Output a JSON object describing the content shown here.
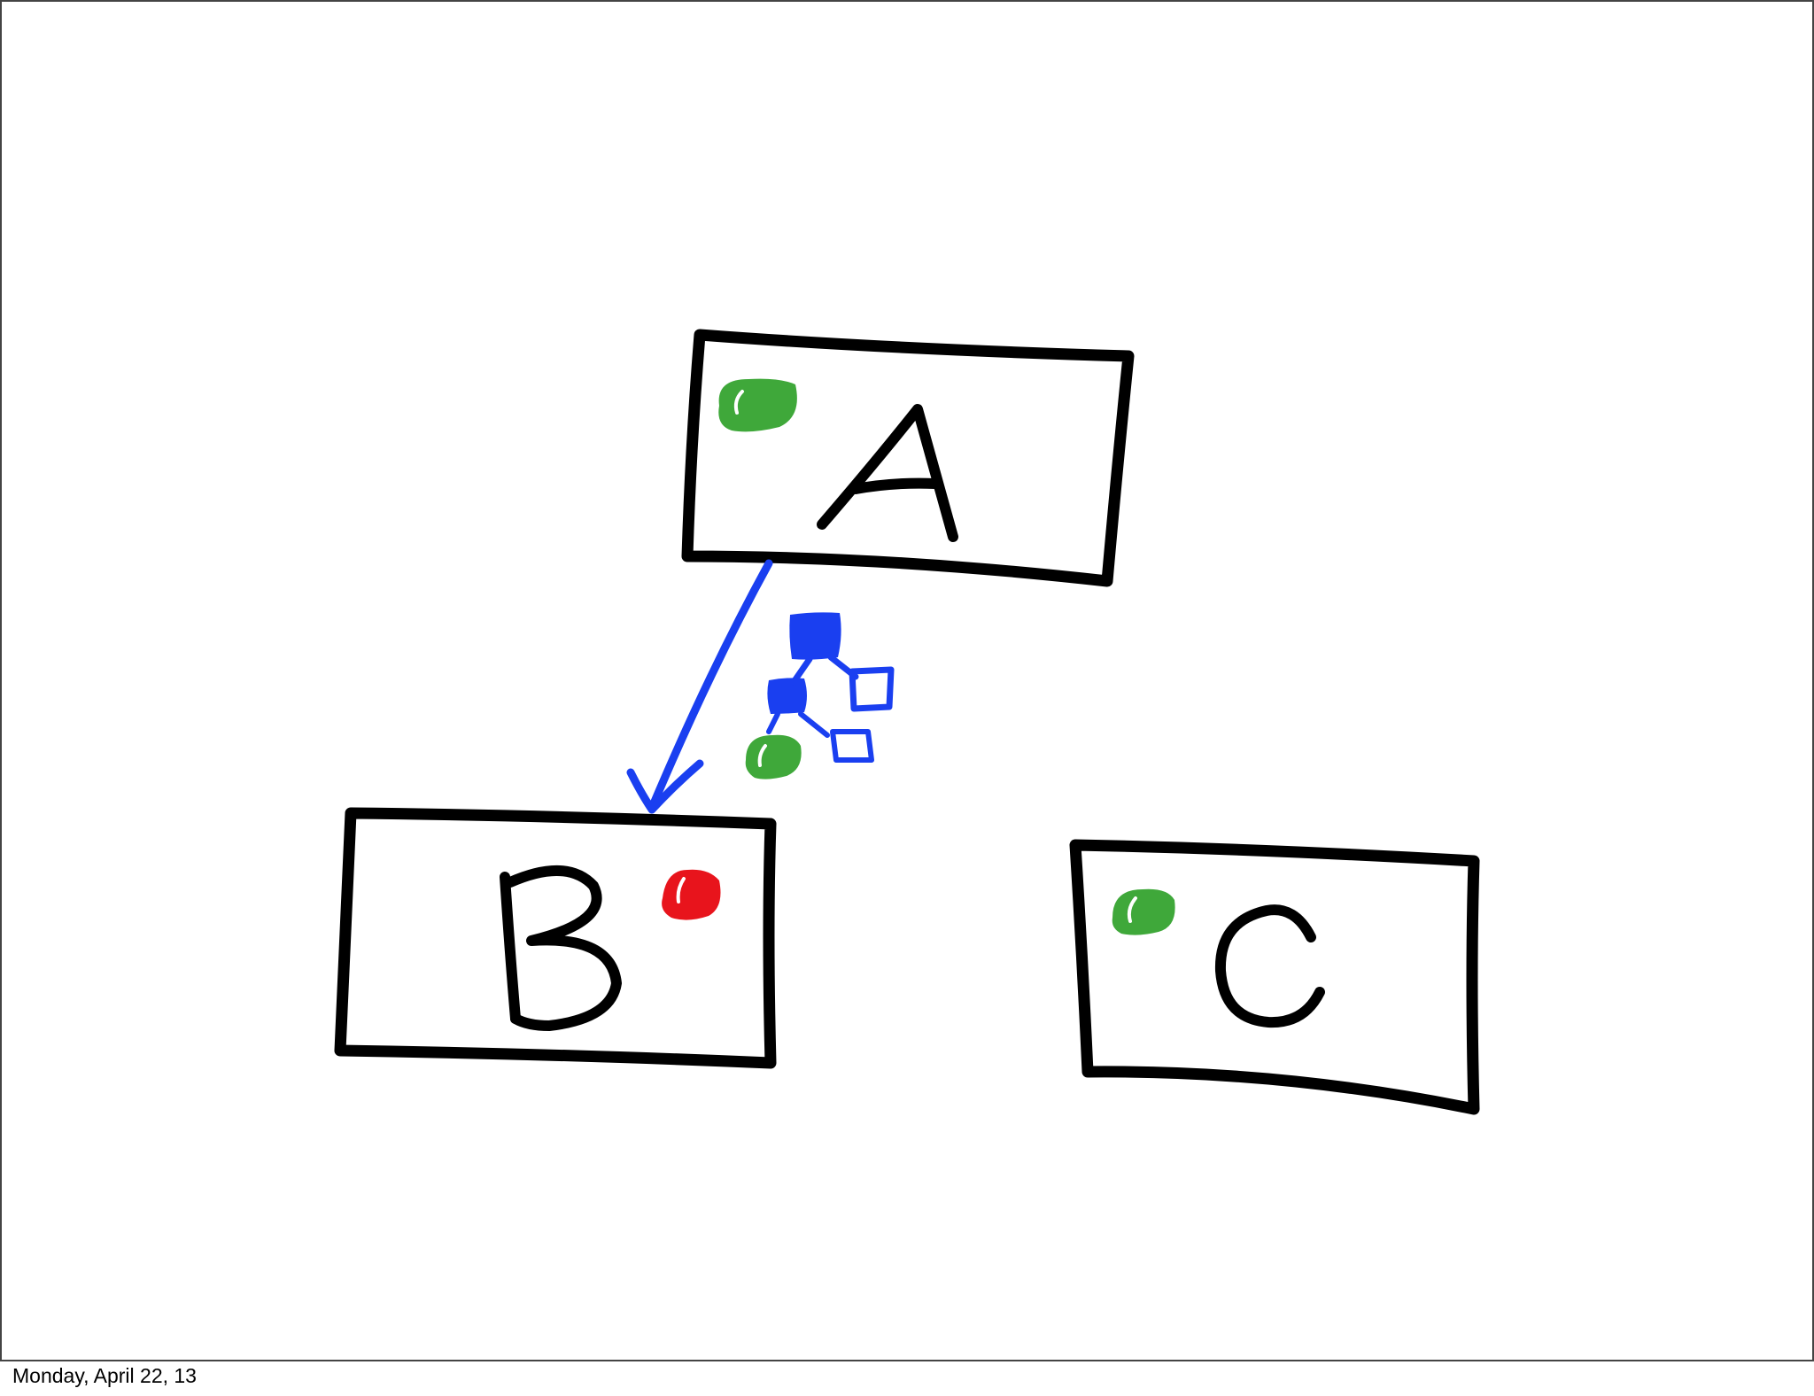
{
  "slide": {
    "footer_date": "Monday, April 22, 13"
  },
  "nodes": [
    {
      "id": "a",
      "label": "A",
      "marker": "green"
    },
    {
      "id": "b",
      "label": "B",
      "marker": "red"
    },
    {
      "id": "c",
      "label": "C",
      "marker": "green"
    }
  ],
  "edges": [
    {
      "from": "A",
      "to": "B",
      "color": "#1a3ff0"
    }
  ],
  "colors": {
    "ink": "#000000",
    "arrow": "#1a3ff0",
    "green_marker": "#3fa83a",
    "red_marker": "#e8141c",
    "background": "#ffffff",
    "frame": "#444444"
  },
  "icons": {
    "tree_annotation": "small-tree-icon",
    "marker": "dot-icon"
  }
}
